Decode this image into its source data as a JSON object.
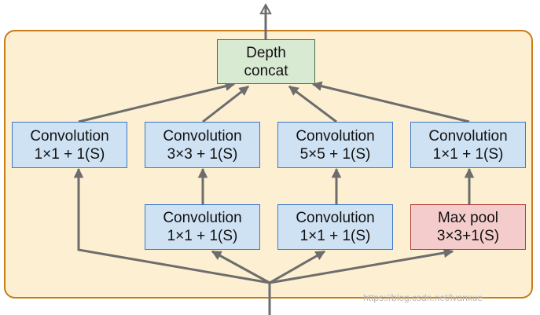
{
  "diagram": {
    "concat": {
      "line1": "Depth",
      "line2": "concat"
    },
    "top_row": [
      {
        "line1": "Convolution",
        "line2": "1×1 + 1(S)"
      },
      {
        "line1": "Convolution",
        "line2": "3×3 + 1(S)"
      },
      {
        "line1": "Convolution",
        "line2": "5×5 + 1(S)"
      },
      {
        "line1": "Convolution",
        "line2": "1×1 + 1(S)"
      }
    ],
    "bottom_row": [
      {
        "line1": "Convolution",
        "line2": "1×1 + 1(S)"
      },
      {
        "line1": "Convolution",
        "line2": "1×1 + 1(S)"
      },
      {
        "line1": "Max pool",
        "line2": "3×3+1(S)"
      }
    ]
  },
  "watermark": "https://blog.csdn.net/lvanxue",
  "colors": {
    "module_fill": "#fdf0d2",
    "module_border": "#c67c17",
    "conv_fill": "#cfe2f3",
    "conv_border": "#3c78c8",
    "concat_fill": "#d9ead3",
    "concat_border": "#45704a",
    "pool_fill": "#f4cccc",
    "pool_border": "#b03a3a",
    "arrow": "#6d6d6d"
  }
}
